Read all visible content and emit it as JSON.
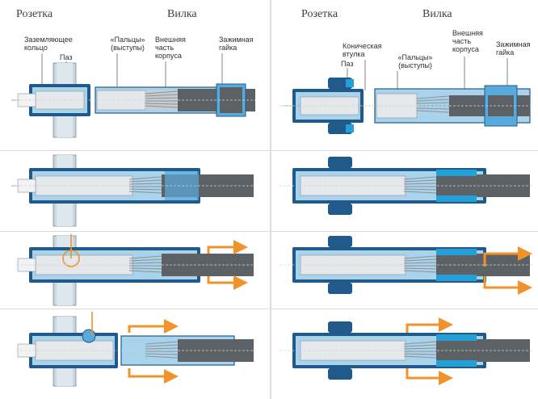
{
  "left": {
    "header_socket": "Розетка",
    "header_plug": "Вилка",
    "labels": {
      "grounding_ring_1": "Заземляющее",
      "grounding_ring_2": "кольцо",
      "groove": "Паз",
      "fingers_1": "«Пальцы»",
      "fingers_2": "(выступы)",
      "outer_1": "Внешняя",
      "outer_2": "часть",
      "outer_3": "корпуса",
      "nut_1": "Зажимная",
      "nut_2": "гайка"
    }
  },
  "right": {
    "header_socket": "Розетка",
    "header_plug": "Вилка",
    "labels": {
      "groove": "Паз",
      "conical_1": "Коническая",
      "conical_2": "втулка",
      "fingers_1": "«Пальцы»",
      "fingers_2": "(выступы)",
      "outer_1": "Внешняя",
      "outer_2": "часть",
      "outer_3": "корпуса",
      "nut_1": "Зажимная",
      "nut_2": "гайка"
    }
  },
  "colors": {
    "dark_blue": "#1f5a8a",
    "light_blue": "#a9d3ea",
    "panel_blue": "#5aa9dc",
    "cyan": "#25a0d6",
    "gray_body": "#b9bec3",
    "cable": "#5c6166",
    "orange": "#f0932b"
  }
}
